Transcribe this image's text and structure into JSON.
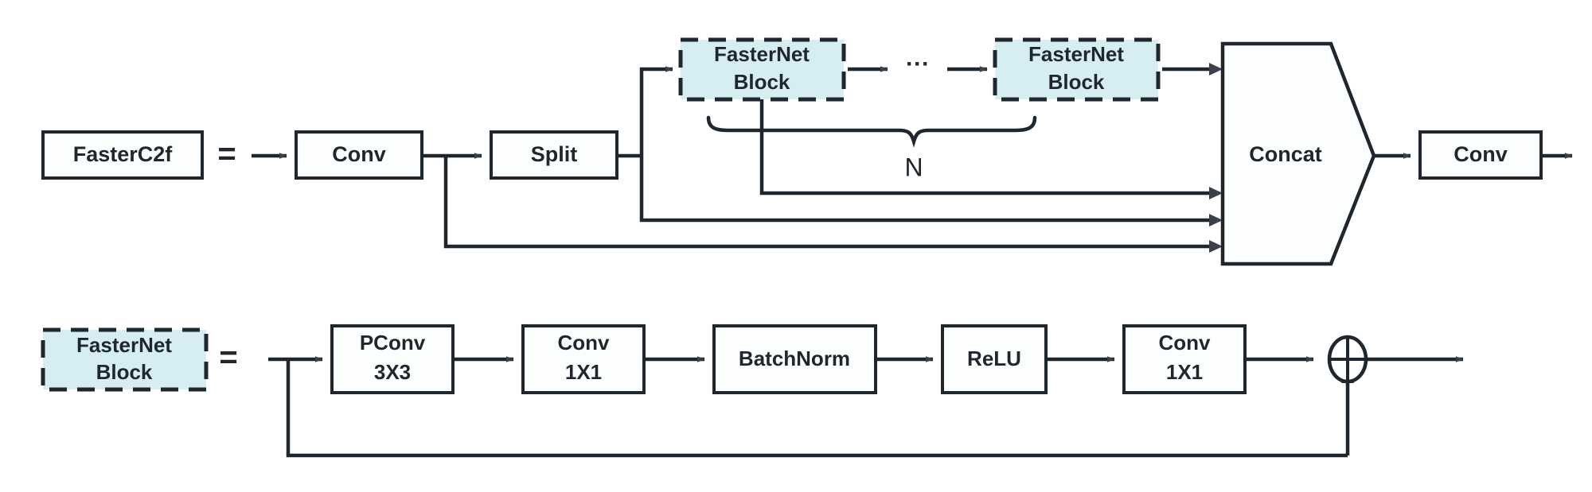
{
  "figure": {
    "title": "FasterC2f and FasterNet Block architecture diagram",
    "background_color": "#ffffff",
    "line_color": "#1e262e",
    "block_fill_highlight": "#d6eef1",
    "block_fill_plain": "#fcfdfd"
  },
  "top_row": {
    "definition_label": "FasterC2f",
    "equals_sign": "=",
    "nodes": {
      "conv_in": "Conv",
      "split": "Split",
      "fasternet_block_first_line1": "FasterNet",
      "fasternet_block_first_line2": "Block",
      "ellipsis": "···",
      "fasternet_block_last_line1": "FasterNet",
      "fasternet_block_last_line2": "Block",
      "concat": "Concat",
      "conv_out": "Conv"
    },
    "repeat_annotation": "N"
  },
  "bottom_row": {
    "definition_label_line1": "FasterNet",
    "definition_label_line2": "Block",
    "equals_sign": "=",
    "nodes": {
      "pconv_line1": "PConv",
      "pconv_line2": "3X3",
      "conv1_line1": "Conv",
      "conv1_line2": "1X1",
      "batchnorm": "BatchNorm",
      "relu": "ReLU",
      "conv2_line1": "Conv",
      "conv2_line2": "1X1",
      "add_symbol": "⊕"
    }
  }
}
